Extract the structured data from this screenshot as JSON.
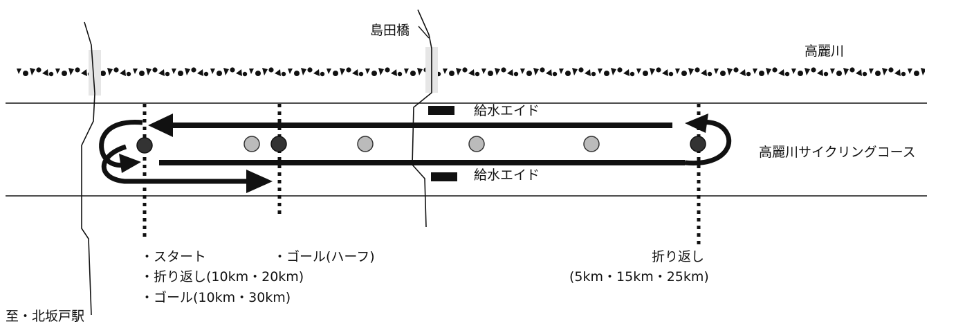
{
  "river_label": "高麗川",
  "course_label": "高麗川サイクリングコース",
  "bridge_label": "島田橋",
  "station_label": "至・北坂戸駅",
  "aid_station_top": "給水エイド",
  "aid_station_bottom": "給水エイド",
  "start_notes": [
    "・スタート",
    "・折り返し(10km・20km)",
    "・ゴール(10km・30km)"
  ],
  "half_goal_note": "・ゴール(ハーフ)",
  "far_turn_title": "折り返し",
  "far_turn_distances": "(5km・15km・25km)",
  "colors": {
    "line": "#111111",
    "dot_dark": "#333333",
    "dot_light": "#bbbbbb",
    "bridge": "#e6e6e6"
  }
}
